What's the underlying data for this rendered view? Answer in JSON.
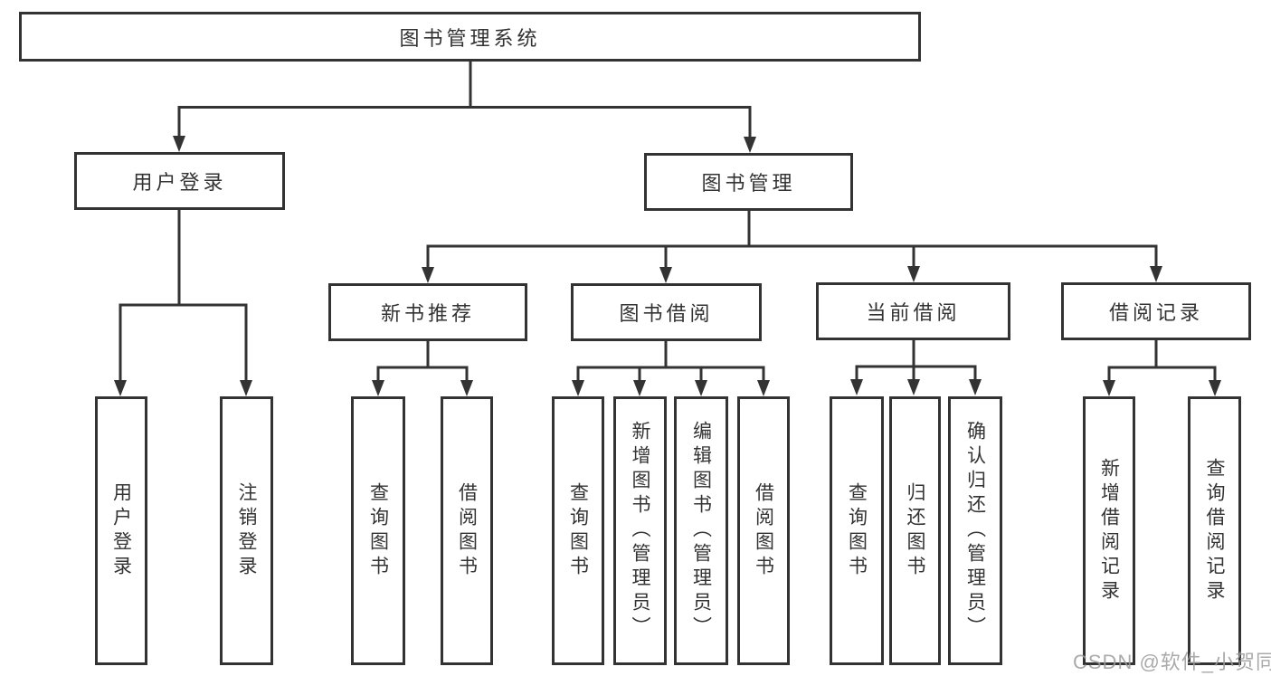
{
  "diagram": {
    "title": "图书管理系统",
    "branches": {
      "user_login": "用户登录",
      "book_mgmt": "图书管理"
    },
    "sections": {
      "new_book_rec": "新书推荐",
      "book_borrow": "图书借阅",
      "current_borrow": "当前借阅",
      "borrow_records": "借阅记录"
    },
    "leaves": {
      "user_login": "用户登录",
      "logout": "注销登录",
      "rec_query_book": "查询图书",
      "rec_borrow_book": "借阅图书",
      "bor_query_book": "查询图书",
      "bor_add_book": "新增图书（管理员）",
      "bor_edit_book": "编辑图书（管理员）",
      "bor_borrow_book": "借阅图书",
      "cur_query_book": "查询图书",
      "cur_return_book": "归还图书",
      "cur_confirm_return": "确认归还（管理员）",
      "rec2_add_record": "新增借阅记录",
      "rec2_query_record": "查询借阅记录"
    }
  },
  "watermark": "CSDN @软件_小贺同学",
  "colors": {
    "line": "#333333",
    "text": "#333333",
    "watermark": "#9c9c9c",
    "background": "#ffffff"
  }
}
